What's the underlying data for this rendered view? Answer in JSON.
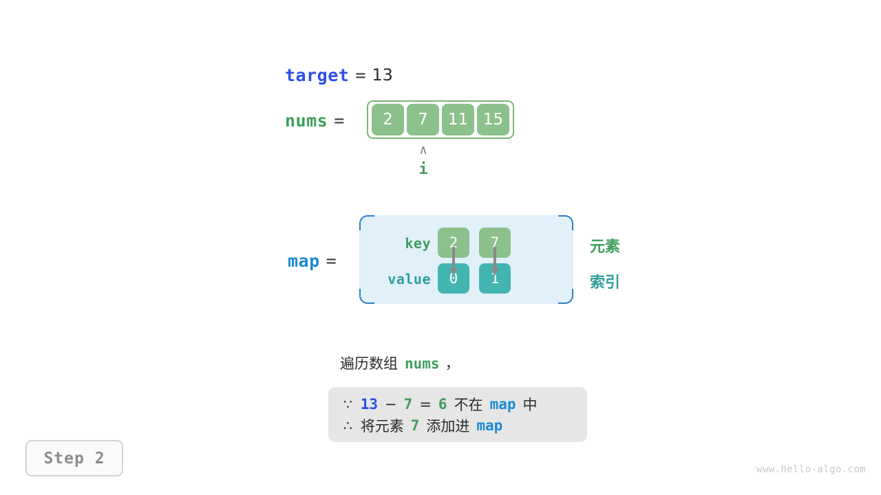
{
  "target": {
    "label": "target",
    "equals": "=",
    "value": "13"
  },
  "nums": {
    "label": "nums",
    "equals": "=",
    "cells": [
      "2",
      "7",
      "11",
      "15"
    ],
    "pointer": {
      "caret": "∧",
      "name": "i",
      "index": 1
    }
  },
  "map": {
    "label": "map",
    "equals": "=",
    "key_label": "key",
    "value_label": "value",
    "keys": [
      "2",
      "7"
    ],
    "values": [
      "0",
      "1"
    ],
    "note_element": "元素",
    "note_index": "索引"
  },
  "caption": {
    "prefix": "遍历数组",
    "array_name": "nums",
    "suffix": "，"
  },
  "reason": {
    "line1": {
      "symbol": "∵",
      "target_value": "13",
      "minus": "−",
      "current_value": "7",
      "equals": "=",
      "result": "6",
      "text_mid": "不在",
      "map_name": "map",
      "text_end": "中"
    },
    "line2": {
      "symbol": "∴",
      "text_start": "将元素",
      "element": "7",
      "text_mid": "添加进",
      "map_name": "map"
    }
  },
  "step": {
    "label": "Step 2"
  },
  "watermark": "www.hello-algo.com",
  "colors": {
    "target_blue": "#2b4fe8",
    "nums_green": "#3e9d5c",
    "map_blue": "#1a8ad4",
    "cell_green": "#8cc08c",
    "cell_teal": "#43b5b0",
    "value_label_teal": "#2f9e9e",
    "box_gray": "#e6e6e6",
    "map_bg": "#e2f0fa",
    "map_border": "#2a7fc9",
    "arrow_gray": "#8a8a8a",
    "step_gray": "#8c8c8c"
  }
}
